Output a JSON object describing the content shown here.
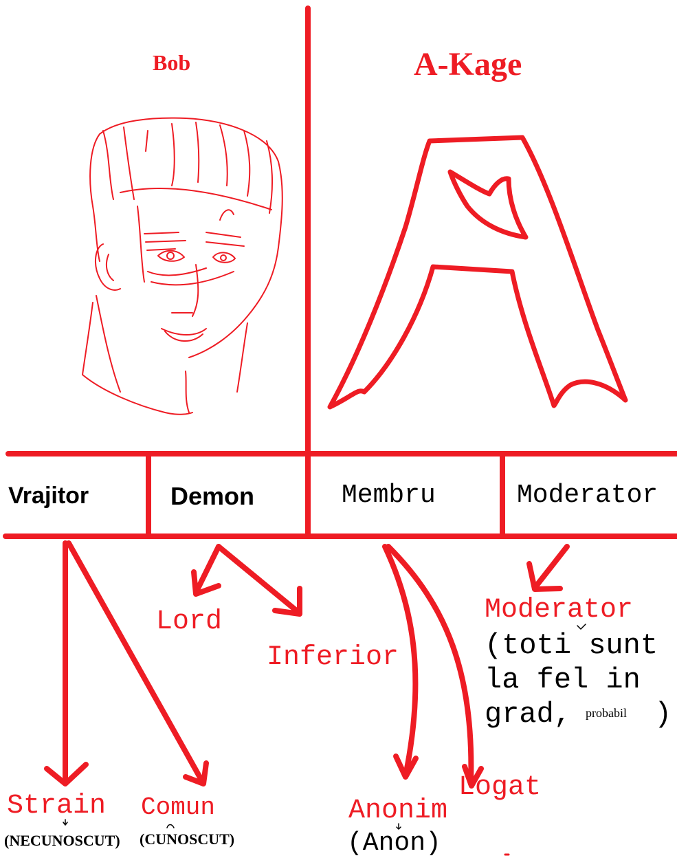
{
  "colors": {
    "accent": "#ee1c24",
    "text": "#000000",
    "background": "#ffffff"
  },
  "top": {
    "left_title": "Bob",
    "right_title": "A-Kage",
    "left_image": "face-sketch",
    "right_image": "a-kage-logo"
  },
  "ranks": {
    "bob": [
      "Vrajitor",
      "Demon"
    ],
    "akage": [
      "Membru",
      "Moderator"
    ]
  },
  "sub": {
    "lord": "Lord",
    "inferior": "Inferior",
    "moderator": "Moderator",
    "note_line1": "(toti sunt",
    "note_line2": "la fel in",
    "note_line3": "grad,",
    "note_small": "probabil",
    "note_close": ")",
    "strain": "Strain",
    "strain_note": "(NECUNOSCUT)",
    "comun": "Comun",
    "comun_note": "(CUNOSCUT)",
    "anonim": "Anonim",
    "anonim_note": "(Anon)",
    "logat": "Logat"
  }
}
